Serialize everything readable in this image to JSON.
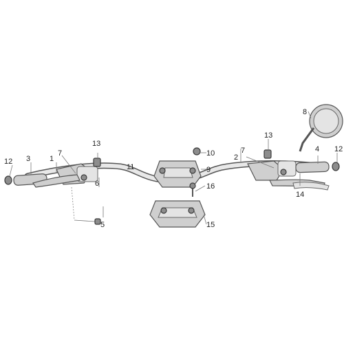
{
  "diagram": {
    "callouts": [
      {
        "id": "c1",
        "text": "1"
      },
      {
        "id": "c2",
        "text": "2"
      },
      {
        "id": "c3",
        "text": "3"
      },
      {
        "id": "c4",
        "text": "4"
      },
      {
        "id": "c5",
        "text": "5"
      },
      {
        "id": "c6",
        "text": "6"
      },
      {
        "id": "c7a",
        "text": "7"
      },
      {
        "id": "c7b",
        "text": "7"
      },
      {
        "id": "c8",
        "text": "8"
      },
      {
        "id": "c9",
        "text": "9"
      },
      {
        "id": "c10",
        "text": "10"
      },
      {
        "id": "c11",
        "text": "11"
      },
      {
        "id": "c12a",
        "text": "12"
      },
      {
        "id": "c12b",
        "text": "12"
      },
      {
        "id": "c13a",
        "text": "13"
      },
      {
        "id": "c13b",
        "text": "13"
      },
      {
        "id": "c14",
        "text": "14"
      },
      {
        "id": "c15",
        "text": "15"
      },
      {
        "id": "c16",
        "text": "16"
      }
    ]
  },
  "colors": {
    "background": "#ffffff",
    "line": "#555555",
    "part_fill": "#cfcfcf",
    "part_dark": "#8d8d8d"
  }
}
